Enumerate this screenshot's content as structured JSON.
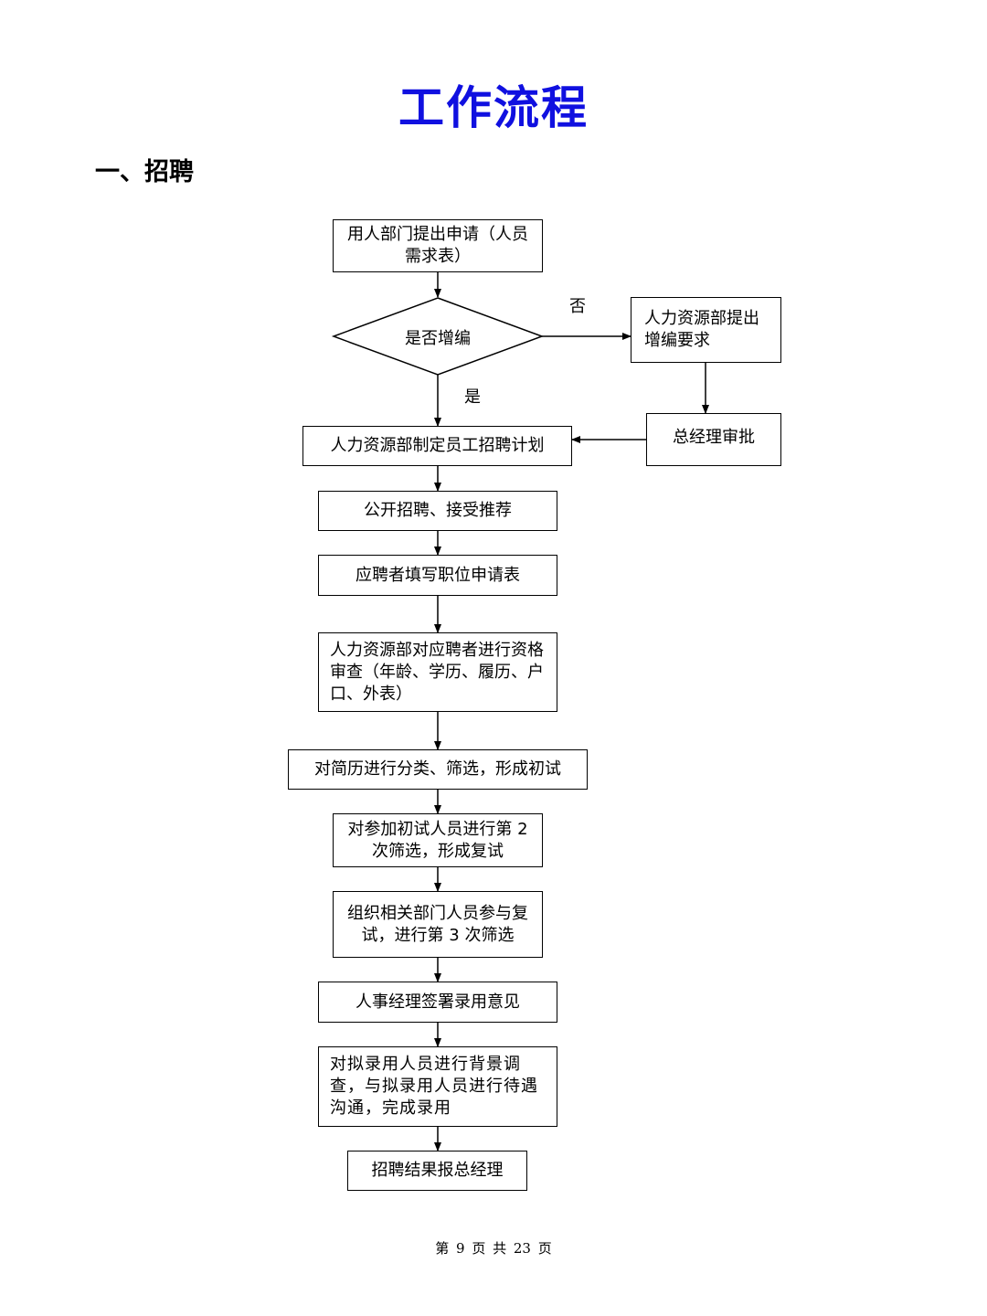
{
  "title": "工作流程",
  "section": "一、招聘",
  "flow": {
    "b1": "用人部门提出申请（人员需求表）",
    "decision": "是否增编",
    "no": "否",
    "yes": "是",
    "hr_request": "人力资源部提出增编要求",
    "gm_approve": "总经理审批",
    "plan": "人力资源部制定员工招聘计划",
    "recruit": "公开招聘、接受推荐",
    "fill_form": "应聘者填写职位申请表",
    "qualify": "人力资源部对应聘者进行资格审查（年龄、学历、履历、户口、外表）",
    "classify": "对简历进行分类、筛选，形成初试",
    "second": "对参加初试人员进行第 2 次筛选，形成复试",
    "third": "组织相关部门人员参与复试，进行第 3 次筛选",
    "sign": "人事经理签署录用意见",
    "background": "对拟录用人员进行背景调查，与拟录用人员进行待遇沟通，完成录用",
    "report": "招聘结果报总经理"
  },
  "footer": "第 9 页 共 23 页"
}
